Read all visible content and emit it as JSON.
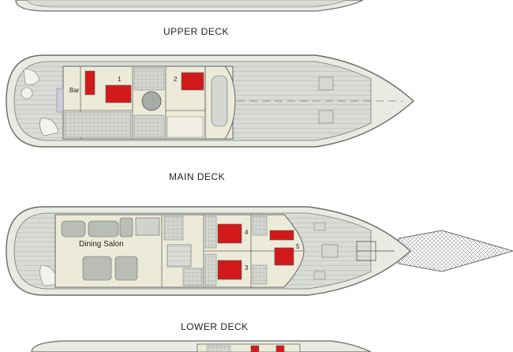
{
  "decks": {
    "upper": {
      "title": "UPPER DECK"
    },
    "main": {
      "title": "MAIN DECK"
    },
    "lower": {
      "title": "LOWER DECK"
    }
  },
  "rooms": {
    "bar": "Bar",
    "cabin1": "1",
    "cabin2": "2",
    "dining": "Dining Salon",
    "cabin3": "3",
    "cabin4": "4",
    "cabin5": "5"
  },
  "colors": {
    "hull": "#e8ebe2",
    "outline": "#6b6b6b",
    "deck_plank": "#c9ccc9",
    "interior": "#ecebd9",
    "bed": "#d21a1a",
    "furniture": "#b9bdb6",
    "bowsprit": "#8a8f8a"
  }
}
